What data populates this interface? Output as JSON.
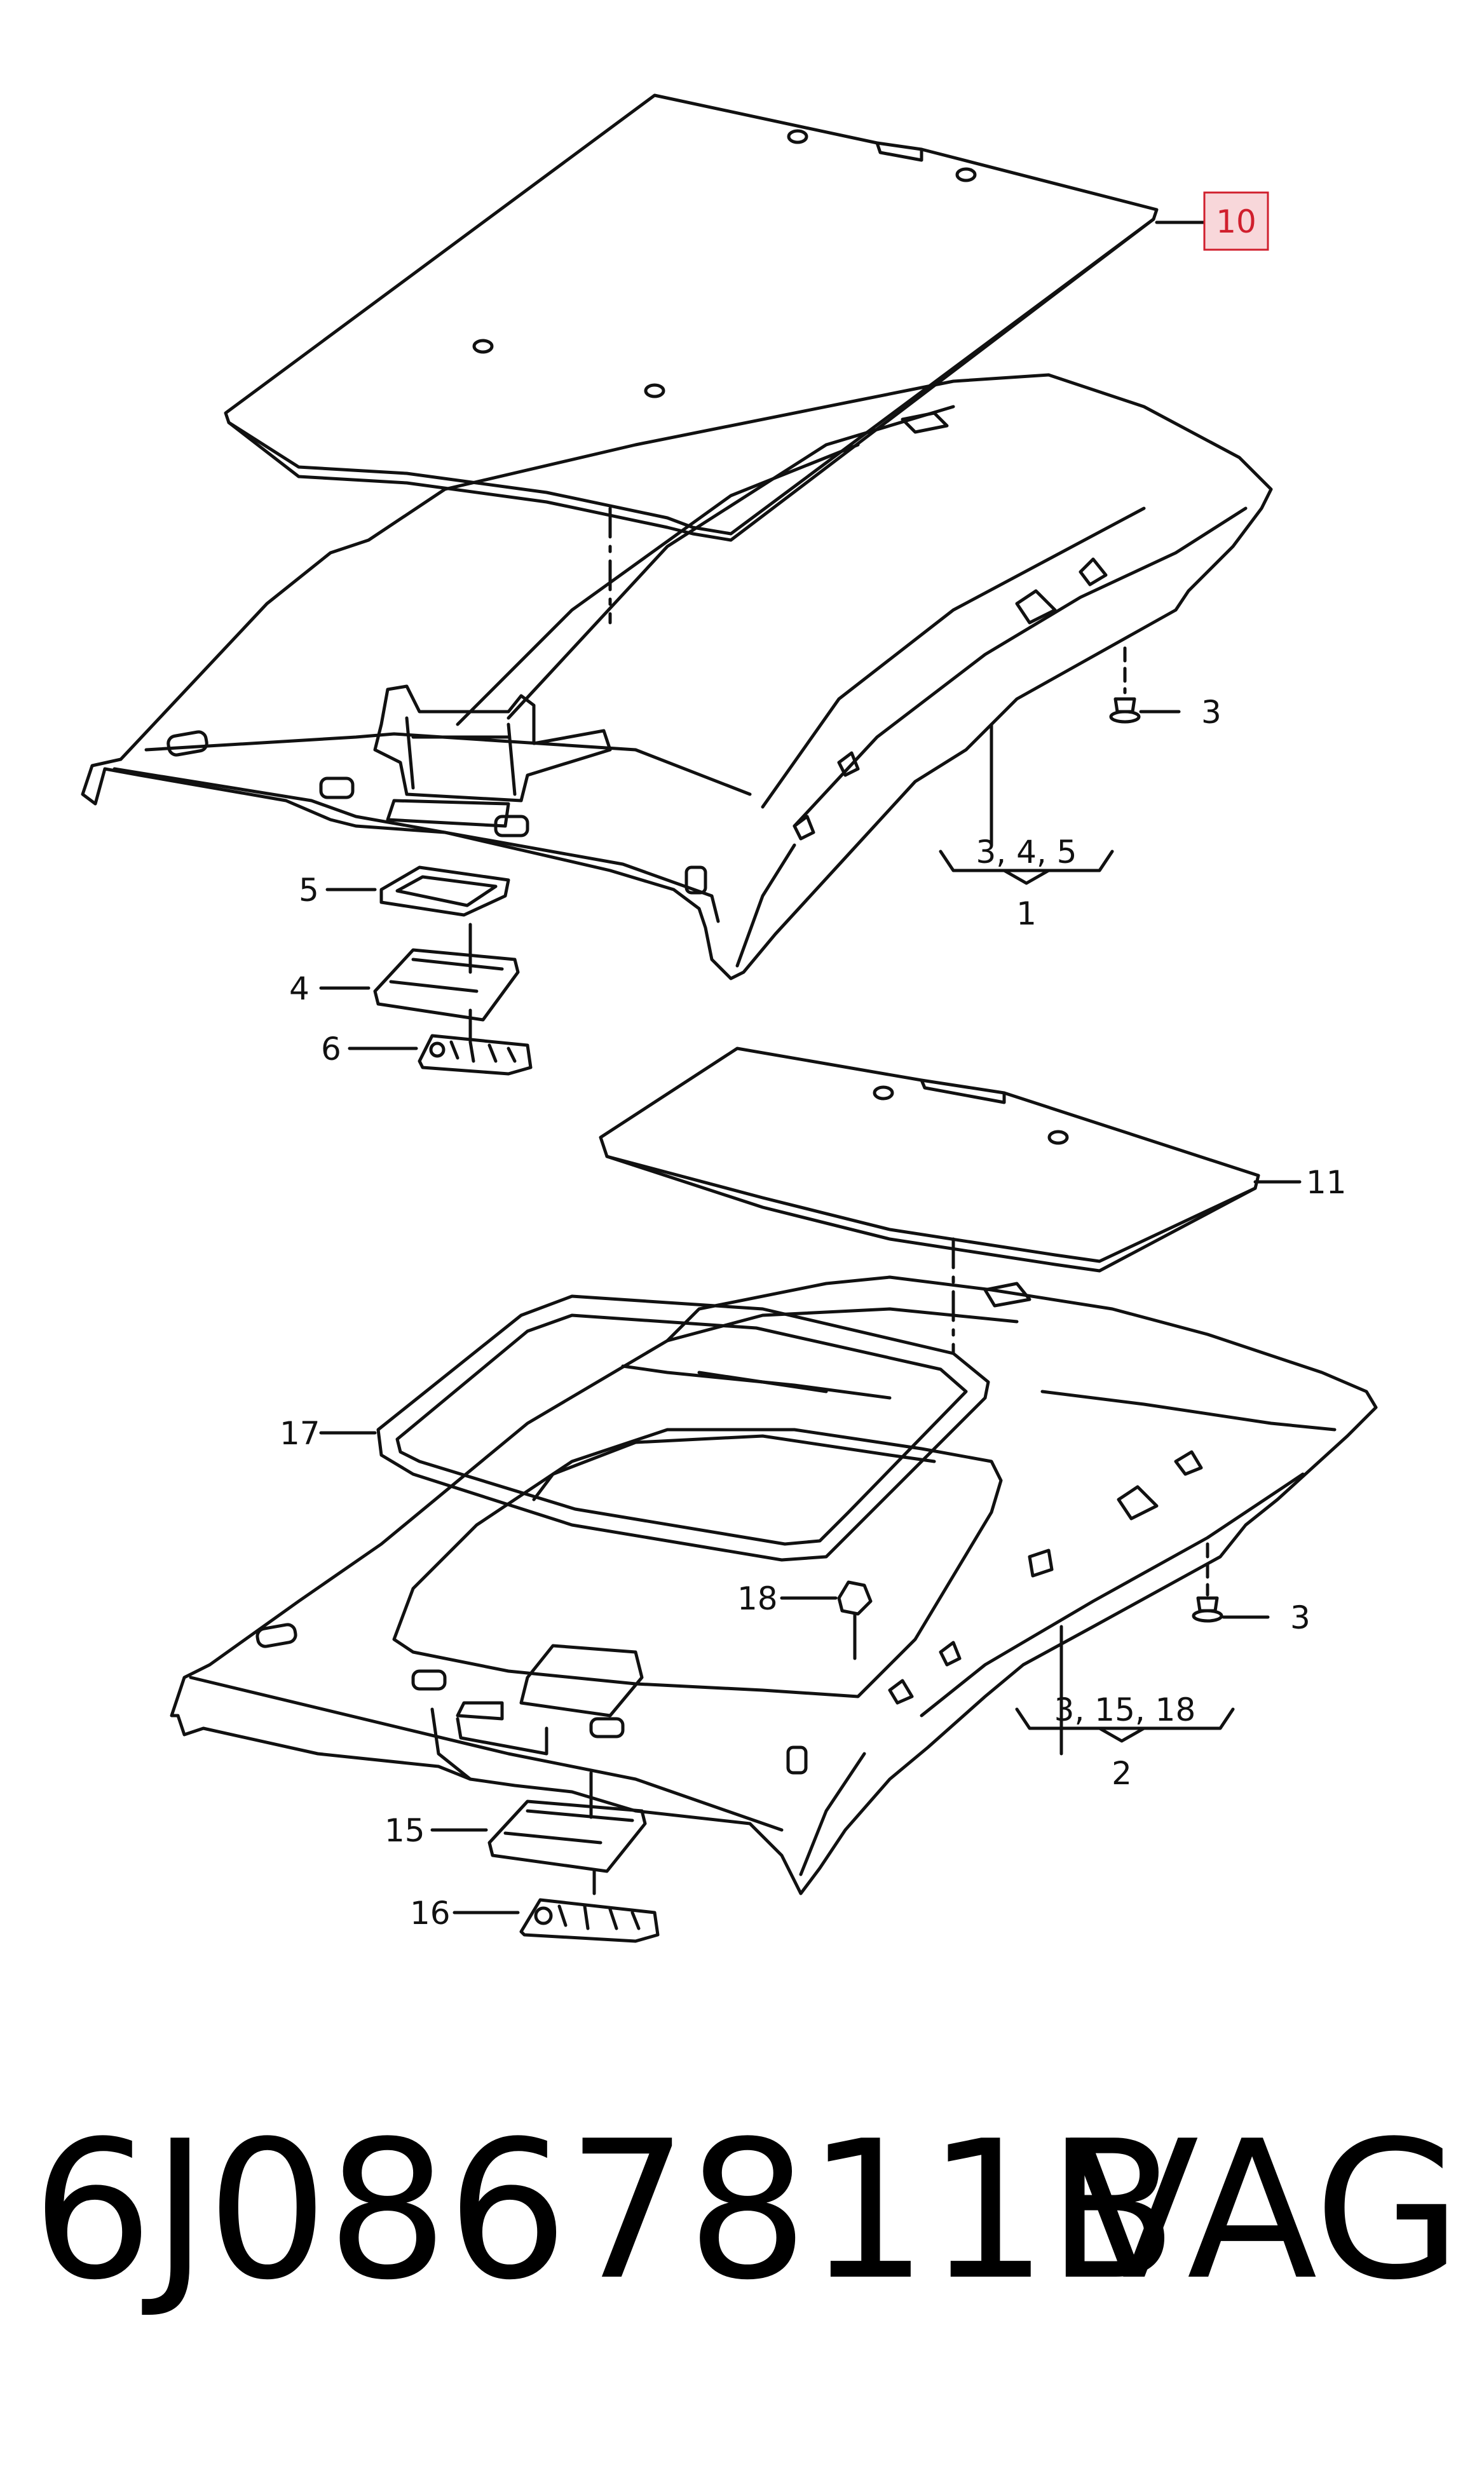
{
  "callouts": {
    "c10": "10",
    "c3a": "3",
    "c345": "3, 4, 5",
    "c1": "1",
    "c5": "5",
    "c4": "4",
    "c6": "6",
    "c11": "11",
    "c17": "17",
    "c18": "18",
    "c3b": "3",
    "c31518": "3, 15, 18",
    "c2": "2",
    "c15": "15",
    "c16": "16"
  },
  "footer": {
    "part_number": "6J0867811B",
    "brand": "VAG"
  },
  "colors": {
    "line": "#111111",
    "highlight_border": "#d01f2d",
    "highlight_fill": "#f8d7da"
  }
}
